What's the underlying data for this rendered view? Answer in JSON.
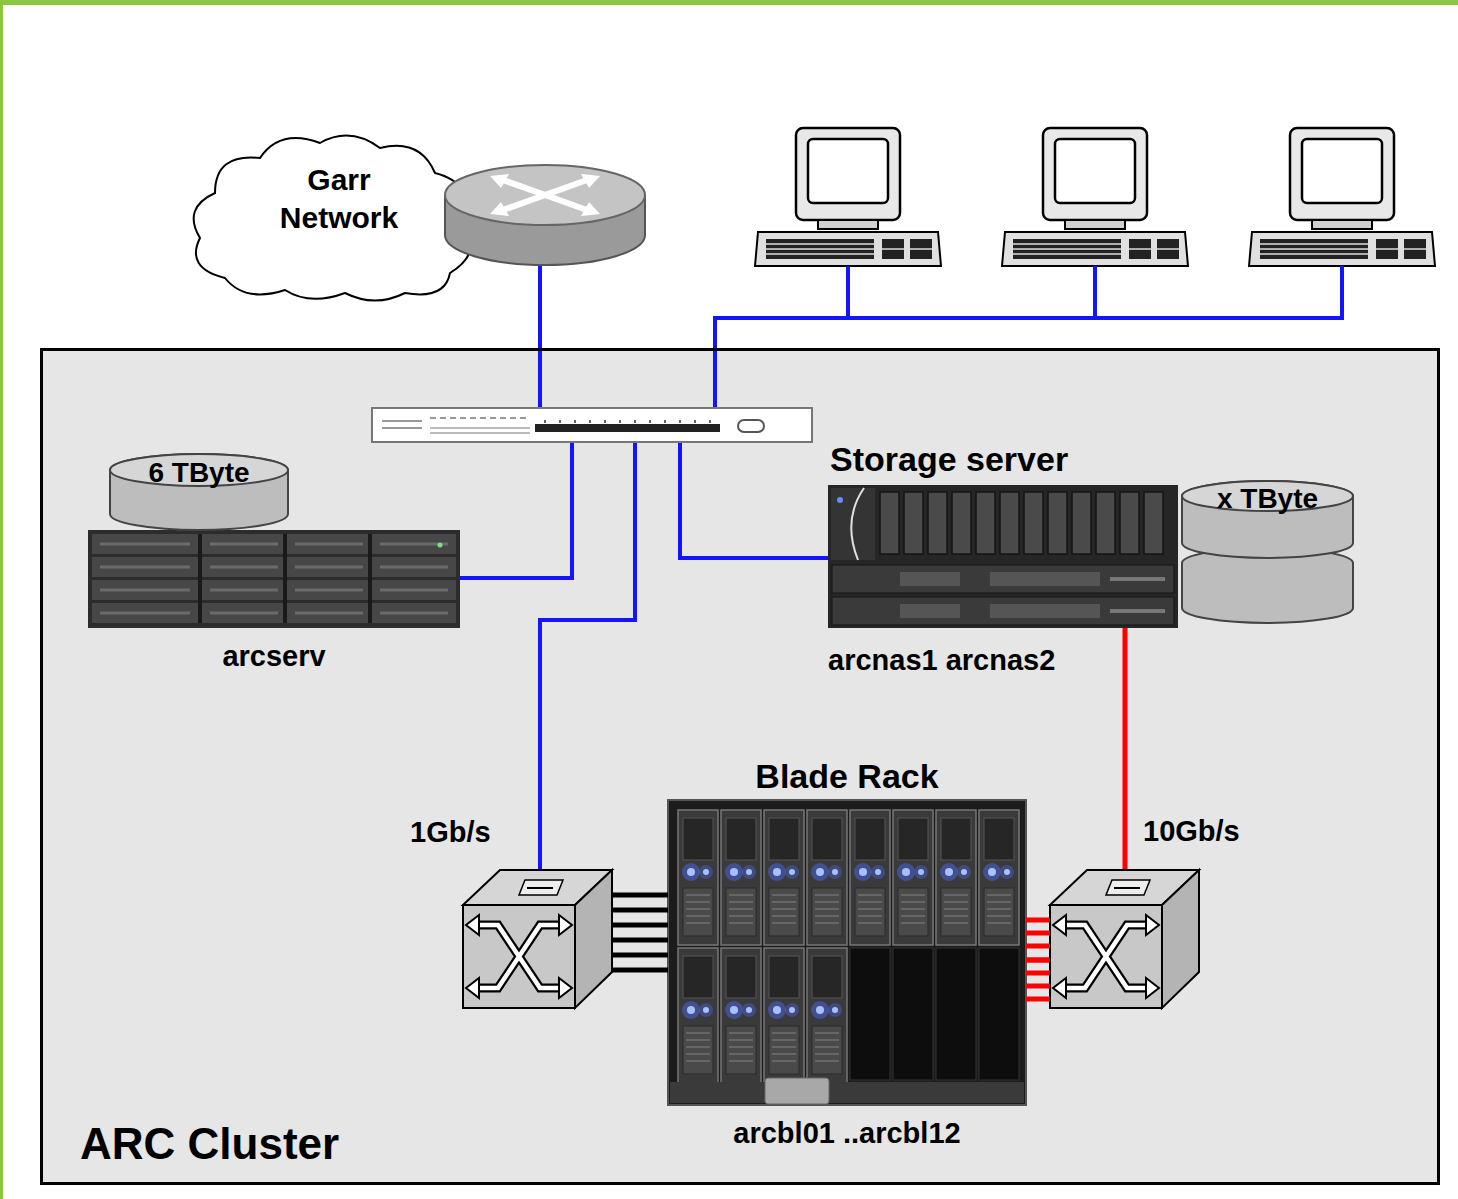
{
  "diagram": {
    "nodes": [
      {
        "text": [
          "Garr Network"
        ]
      },
      {
        "text": [
          "ARC Cluster"
        ]
      },
      {
        "text": [
          "6 TByte"
        ],
        "in": 1
      },
      {
        "text": [
          "arcserv"
        ],
        "in": 1
      },
      {
        "text": [
          "Storage server",
          "arcnas1 arcnas2"
        ],
        "in": 1
      },
      {
        "text": [
          "x TByte"
        ],
        "in": 1
      },
      {
        "text": [
          "Blade Rack",
          "arcbl01 ..arcbl12"
        ],
        "in": 1
      }
    ],
    "edges": [
      {
        "from": 0,
        "to": 3,
        "arrow": "none"
      },
      {
        "from": 0,
        "to": 4,
        "arrow": "none"
      },
      {
        "from": 0,
        "to": 6,
        "arrow": "none"
      },
      {
        "from": 3,
        "to": 4,
        "arrow": "none"
      },
      {
        "from": 3,
        "to": 6,
        "arrow": "none"
      },
      {
        "from": 4,
        "to": 6,
        "arrow": "none"
      },
      {
        "from": 4,
        "to": 6,
        "label": "10Gb/s",
        "arrow": "none"
      }
    ],
    "labels": [
      "1Gb/s"
    ]
  }
}
